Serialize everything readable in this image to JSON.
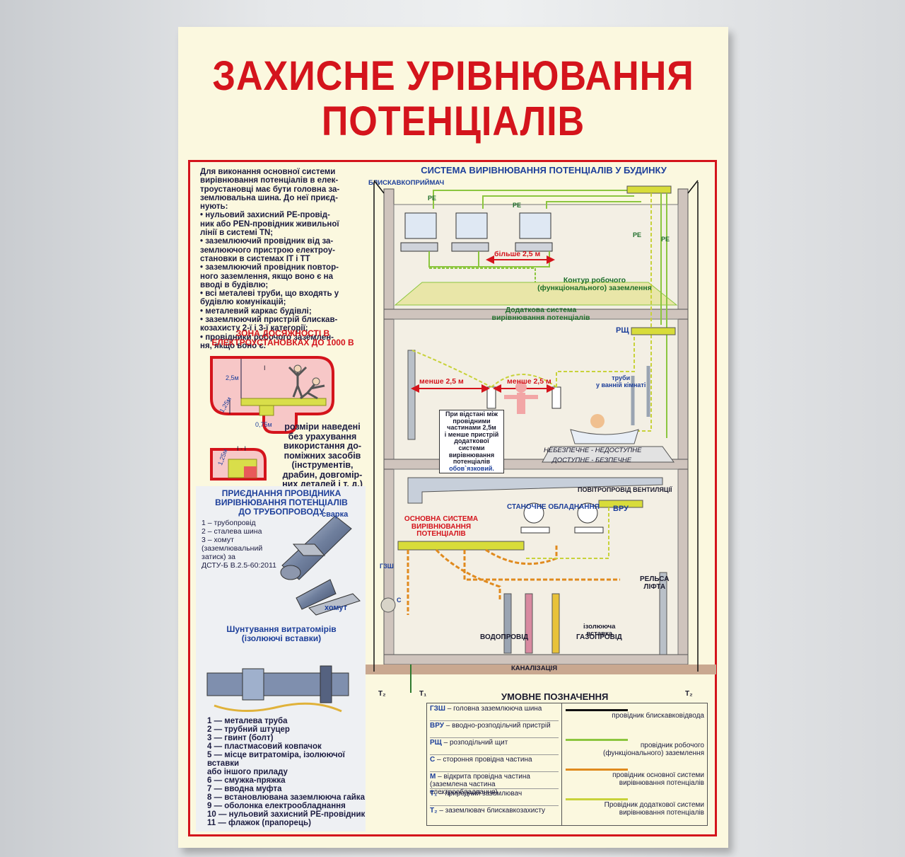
{
  "title": {
    "line1": "ЗАХИСНЕ УРІВНЮВАННЯ",
    "line2": "ПОТЕНЦІАЛІВ"
  },
  "intro_text": [
    "Для виконання основної системи",
    "вирівнювання потенціалів в елек-",
    "троустановці має бути головна за-",
    "землювальна шина. До неї приєд-",
    "нують:",
    "• нульовий захисний PE-провід-",
    "ник або PEN-провідник живильної",
    "лінії в системі TN;",
    "• заземлюючий провідник від за-",
    "землюючого пристрою електроу-",
    "становки в системах IT і TT",
    "• заземлюючий провідник повтор-",
    "ного заземлення, якщо воно є на",
    "вводі в будівлю;",
    "• всі металеві труби, що входять у",
    "будівлю комунікацій;",
    "• металевий каркас будівлі;",
    "• заземлюючий пристрій блискав-",
    "козахисту 2-ї і 3-ї категорії;",
    "• провідники робочого заземлен-",
    "ня, якщо воно є."
  ],
  "zone": {
    "heading1": "ЗОНА ДОСЯЖНОСТІ В",
    "heading2": "ЕЛЕКТРОУСТАНОВКАХ ДО 1000 В",
    "dim_25": "2,5м",
    "dim_125": "1,25м",
    "dim_075": "0,75м",
    "dim_125b": "1,25м",
    "section": "I - I",
    "mark_i": "I",
    "note": [
      "розміри наведені",
      "без урахування",
      "використання до-",
      "поміжних засобів",
      "(інструментів,",
      "драбин, довгомір-",
      "них деталей і т. д.)"
    ]
  },
  "pipe_connect": {
    "heading": [
      "ПРИЄДНАННЯ ПРОВІДНИКА",
      "ВИРІВНЮВАННЯ ПОТЕНЦІАЛІВ",
      "ДО ТРУБОПРОВОДУ"
    ],
    "items": [
      "1 – трубопровід",
      "2 – сталева шина",
      "3 – хомут",
      "(заземлювальний",
      "затиск) за",
      "ДСТУ-Б В.2.5-60:2011"
    ],
    "label_weld": "сварка",
    "label_clamp": "хомут"
  },
  "meters": {
    "heading": [
      "Шунтування витратомірів",
      "(ізолюючі вставки)"
    ],
    "items": [
      "1 — металева труба",
      "2 — трубний штуцер",
      "3 — гвинт (болт)",
      "4 — пластмасовий ковпачок",
      "5 — місце витратоміра, ізолюючої вставки",
      "або іншого приладу",
      "6 — смужка-пряжка",
      "7 — вводна муфта",
      "8 — встановлювана заземлююча гайка",
      "9 — оболонка електрообладнання",
      "10 — нульовий захисний PE-провідник",
      "11 — флажок (прапорець)"
    ]
  },
  "building": {
    "heading": "СИСТЕМА ВИРІВНЮВАННЯ ПОТЕНЦІАЛІВ У БУДИНКУ",
    "lightning": "БЛИСКАВКОПРИЙМАЧ",
    "pe": "PE",
    "more_25": "більше 2,5 м",
    "contour": [
      "Контур робочого",
      "(функціонального) заземлення"
    ],
    "additional": [
      "Додаткова система",
      "вирівнювання потенціалів"
    ],
    "rsch": "РЩ",
    "less_25": "менше 2,5 м",
    "bath_pipes": [
      "труби",
      "у ванній кімнаті"
    ],
    "note_box": [
      "При відстані між",
      "провідними",
      "частинами 2,5м",
      "і менше пристрій",
      "додаткової",
      "системи",
      "вирівнювання",
      "потенціалів"
    ],
    "note_required": "обов`язковий.",
    "danger": "НЕБЕЗПЕЧНЕ - НЕДОСТУПНЕ",
    "safe": "ДОСТУПНЕ - БЕЗПЕЧНЕ",
    "vent": "ПОВІТРОПРОВІД ВЕНТИЛЯЦІЇ",
    "machines": "СТАНОЧНЕ ОБЛАДНАННЯ",
    "vru": "ВРУ",
    "main_system": [
      "ОСНОВНА СИСТЕМА",
      "ВИРІВНЮВАННЯ",
      "ПОТЕНЦІАЛІВ"
    ],
    "gzsh": "ГЗШ",
    "c": "С",
    "rail": [
      "РЕЛЬСА",
      "ЛІФТА"
    ],
    "insulating": [
      "ізолююча",
      "вставка"
    ],
    "water": "ВОДОПРОВІД",
    "gas": "ГАЗОПРОВІД",
    "sewer": "КАНАЛІЗАЦІЯ",
    "t1": "T₁",
    "t2": "T₂",
    "t2r": "T₂"
  },
  "legend": {
    "heading": "УМОВНЕ ПОЗНАЧЕННЯ",
    "left": [
      {
        "key": "ГЗШ",
        "text": "– головна заземлююча шина"
      },
      {
        "key": "ВРУ",
        "text": "– вводно-розподільчий пристрій"
      },
      {
        "key": "РЩ",
        "text": "– розподільчий щит"
      },
      {
        "key": "С",
        "text": "– стороння провідна частина"
      },
      {
        "key": "М",
        "text": "– відкрита провідна частина (заземлена частина електрообладнання)"
      },
      {
        "key": "T₁",
        "text": "– природний заземлювач"
      },
      {
        "key": "T₂",
        "text": "– заземлювач блискавкозахисту"
      }
    ],
    "right": [
      {
        "text": "провідник блискавковідвода",
        "color": "#111111"
      },
      {
        "text": "провідник робочого (функціонального) заземлення",
        "color": "#8cc63f"
      },
      {
        "text": "провідник основної системи вирівнювання потенціалів",
        "color": "#e08a1e"
      },
      {
        "text": "Провідник додаткової системи вирівнювання потенціалів",
        "color": "#c8d23a"
      }
    ]
  }
}
